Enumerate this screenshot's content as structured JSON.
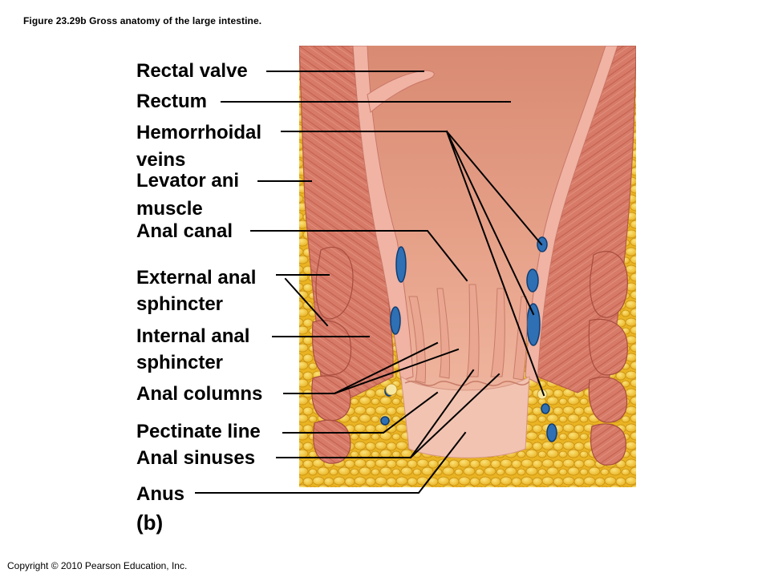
{
  "figure": {
    "caption": "Figure 23.29b  Gross anatomy of the large intestine.",
    "panel": "(b)",
    "copyright": "Copyright © 2010 Pearson Education, Inc."
  },
  "labels": {
    "rectal_valve": "Rectal valve",
    "rectum": "Rectum",
    "hemorrhoidal_veins_1": "Hemorrhoidal",
    "hemorrhoidal_veins_2": "veins",
    "levator_ani_1": "Levator ani",
    "levator_ani_2": "muscle",
    "anal_canal": "Anal canal",
    "external_sphincter_1": "External anal",
    "external_sphincter_2": "sphincter",
    "internal_sphincter_1": "Internal anal",
    "internal_sphincter_2": "sphincter",
    "anal_columns": "Anal columns",
    "pectinate_line": "Pectinate line",
    "anal_sinuses": "Anal sinuses",
    "anus": "Anus"
  },
  "colors": {
    "lumen": "#e6a088",
    "mucosa": "#f2b6a8",
    "muscle": "#d9786a",
    "fat": "#f4c93a",
    "vein": "#2f6fb3",
    "line": "#000000"
  }
}
